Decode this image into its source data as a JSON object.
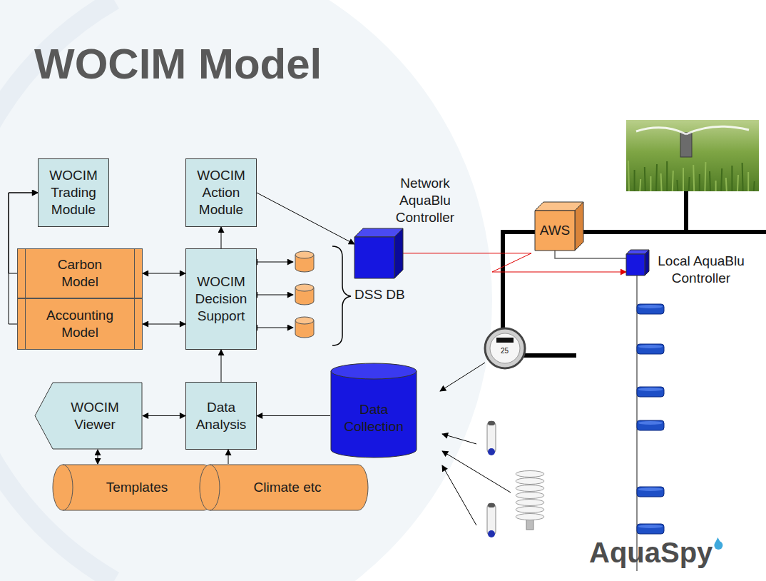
{
  "diagram": {
    "title": "WOCIM Model",
    "nodes": [
      {
        "text": [
          "WOCIM Trading Module"
        ]
      },
      {
        "text": [
          "WOCIM Action Module"
        ]
      },
      {
        "text": [
          "Network AquaBlu Controller"
        ]
      },
      {
        "text": [
          "AWS"
        ]
      },
      {
        "text": [
          "Carbon Model"
        ]
      },
      {
        "text": [
          "Accounting Model"
        ]
      },
      {
        "text": [
          "WOCIM Decision Support"
        ]
      },
      {
        "text": [
          "Local AquaBlu Controller"
        ]
      },
      {
        "text": [
          "WOCIM Viewer"
        ]
      },
      {
        "text": [
          "Data Analysis"
        ]
      },
      {
        "text": [
          "Data Collection"
        ]
      },
      {
        "text": [
          "Templates"
        ]
      },
      {
        "text": [
          "Climate etc"
        ]
      }
    ],
    "edges": [
      {
        "from": 4,
        "to": 0,
        "arrow": "to"
      },
      {
        "from": 5,
        "to": 0,
        "arrow": "to"
      },
      {
        "from": 4,
        "to": 6,
        "arrow": "both"
      },
      {
        "from": 5,
        "to": 6,
        "arrow": "both"
      },
      {
        "from": 6,
        "to": 1,
        "arrow": "to"
      },
      {
        "from": 1,
        "to": 2,
        "arrow": "to"
      },
      {
        "from": 2,
        "to": 7,
        "arrow": "to"
      },
      {
        "from": 3,
        "to": 7,
        "arrow": "none"
      },
      {
        "from": 9,
        "to": 6,
        "arrow": "to"
      },
      {
        "from": 10,
        "to": 9,
        "arrow": "to"
      },
      {
        "from": 8,
        "to": 9,
        "arrow": "both"
      },
      {
        "from": 8,
        "to": 11,
        "arrow": "both"
      },
      {
        "from": 12,
        "to": 9,
        "arrow": "to"
      }
    ],
    "labels": [
      "DSS DB",
      "25",
      "AquaSpy"
    ]
  }
}
